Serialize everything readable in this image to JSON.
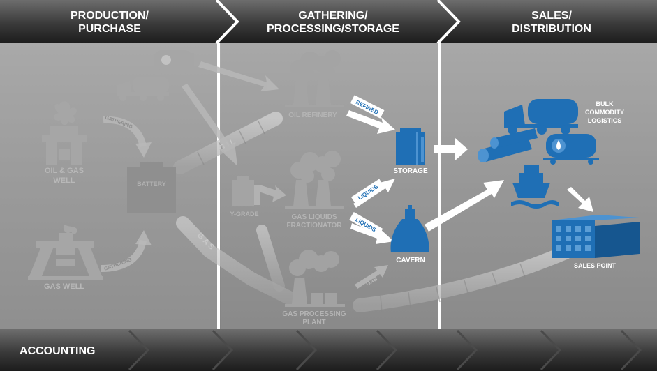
{
  "stages": [
    {
      "label_line1": "PRODUCTION/",
      "label_line2": "PURCHASE"
    },
    {
      "label_line1": "GATHERING/",
      "label_line2": "PROCESSING/STORAGE"
    },
    {
      "label_line1": "SALES/",
      "label_line2": "DISTRIBUTION"
    }
  ],
  "footer": {
    "label": "ACCOUNTING"
  },
  "production": {
    "well_line1": "OIL & GAS",
    "well_line2": "WELL",
    "gas_well": "GAS WELL",
    "battery": "BATTERY",
    "gathering_top": "GATHERING",
    "gathering_bottom": "GATHERING"
  },
  "processing": {
    "oil_refinery": "OIL REFINERY",
    "y_grade": "Y-GRADE",
    "fractionator_line1": "GAS LIQUIDS",
    "fractionator_line2": "FRACTIONATOR",
    "gas_plant_line1": "GAS PROCESSING",
    "gas_plant_line2": "PLANT",
    "storage": "STORAGE",
    "cavern": "CAVERN",
    "tag_refined": "REFINED",
    "tag_liquids_1": "LIQUIDS",
    "tag_liquids_2": "LIQUIDS",
    "pipe_oil": "O I L",
    "pipe_gas": "G A S",
    "pipe_gas_small": "GAS"
  },
  "distribution": {
    "bulk_line1": "BULK",
    "bulk_line2": "COMMODITY",
    "bulk_line3": "LOGISTICS",
    "sales_point": "SALES POINT"
  },
  "colors": {
    "active_blue": "#1f6fb5",
    "ghost_icon": "#a8a8a8",
    "ghost_text": "#b4b4b4",
    "band_dark": "#2b2b2b"
  }
}
